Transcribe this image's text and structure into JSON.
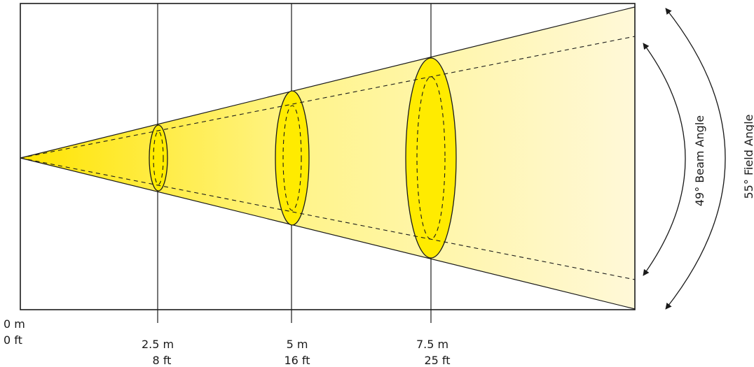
{
  "colors": {
    "beam_apex": "#ffe400",
    "beam_far": "#fff8d8",
    "spot": "#ffeb00",
    "line": "#1a1a1a"
  },
  "distances": [
    {
      "m_label": "0 m",
      "ft_label": "0 ft"
    },
    {
      "m_label": "2.5 m",
      "ft_label": "8 ft"
    },
    {
      "m_label": "5 m",
      "ft_label": "16 ft"
    },
    {
      "m_label": "7.5 m",
      "ft_label": "25 ft"
    }
  ],
  "angles": {
    "beam_label": "49° Beam Angle",
    "field_label": "55° Field Angle"
  }
}
